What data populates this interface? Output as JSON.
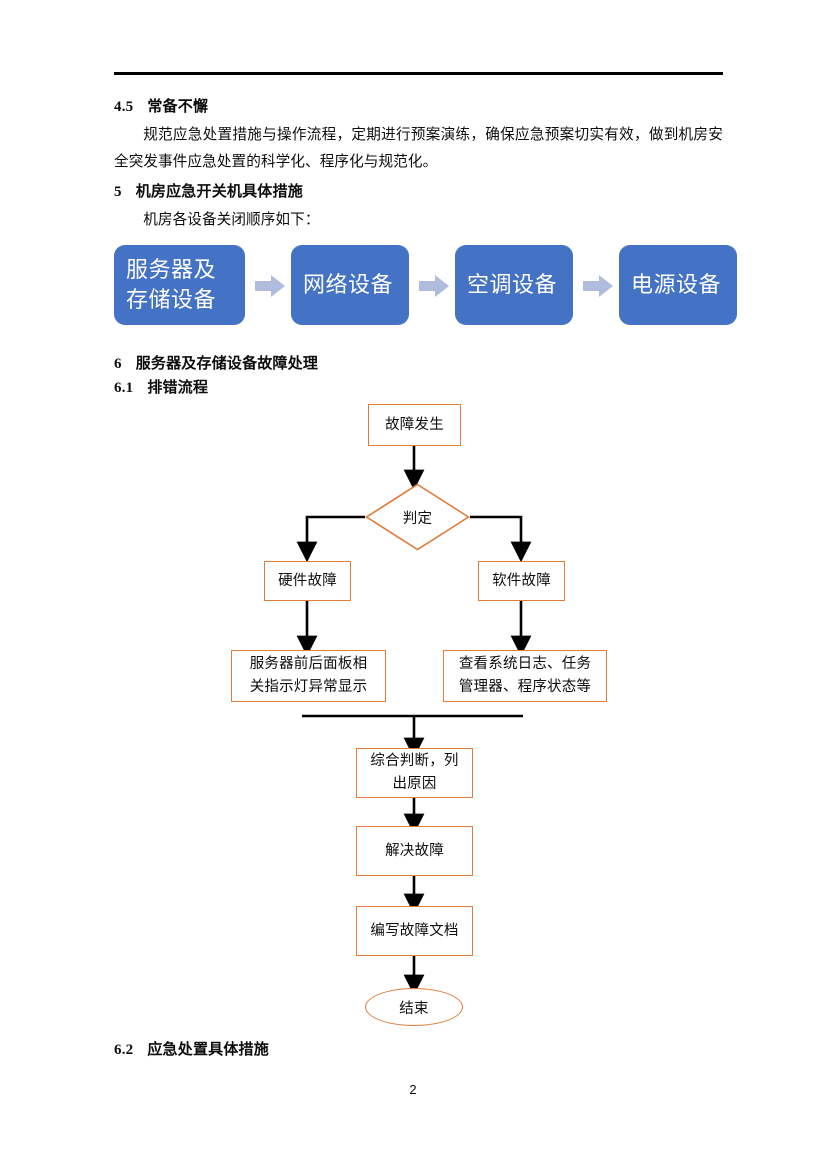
{
  "document": {
    "page_number": "2"
  },
  "sections": {
    "s45": {
      "number": "4.5",
      "title": "常备不懈"
    },
    "s45_body": "规范应急处置措施与操作流程，定期进行预案演练，确保应急预案切实有效，做到机房安全突发事件应急处置的科学化、程序化与规范化。",
    "s5": {
      "number": "5",
      "title": "机房应急开关机具体措施"
    },
    "s5_body": "机房各设备关闭顺序如下：",
    "s6": {
      "number": "6",
      "title": "服务器及存储设备故障处理"
    },
    "s61": {
      "number": "6.1",
      "title": "排错流程"
    },
    "s62": {
      "number": "6.2",
      "title": "应急处置具体措施"
    }
  },
  "shutdown_sequence": {
    "accent_color": "#4472C4",
    "arrow_color": "#AFBCDE",
    "steps": [
      {
        "label_line1": "服务器及",
        "label_line2": "存储设备"
      },
      {
        "label_line1": "网络设备",
        "label_line2": ""
      },
      {
        "label_line1": "空调设备",
        "label_line2": ""
      },
      {
        "label_line1": "电源设备",
        "label_line2": ""
      }
    ]
  },
  "troubleshooting_flow": {
    "border_color": "#E07B39",
    "connector_color": "#000000",
    "nodes": {
      "start": "故障发生",
      "decision": "判定",
      "branch_left": "硬件故障",
      "branch_right": "软件故障",
      "detail_left_line1": "服务器前后面板相",
      "detail_left_line2": "关指示灯异常显示",
      "detail_right_line1": "查看系统日志、任务",
      "detail_right_line2": "管理器、程序状态等",
      "merge_line1": "综合判断，列",
      "merge_line2": "出原因",
      "resolve": "解决故障",
      "document": "编写故障文档",
      "end": "结束"
    }
  }
}
